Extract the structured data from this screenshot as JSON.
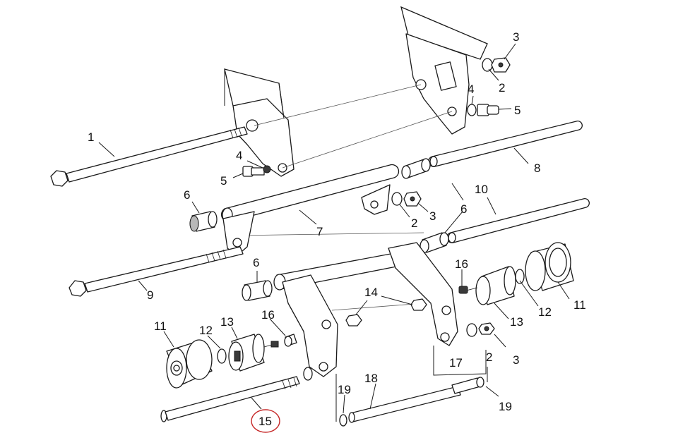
{
  "diagram": {
    "labels": [
      {
        "id": "1",
        "text": "1"
      },
      {
        "id": "2a",
        "text": "2"
      },
      {
        "id": "3a",
        "text": "3"
      },
      {
        "id": "4a",
        "text": "4"
      },
      {
        "id": "5a",
        "text": "5"
      },
      {
        "id": "4b",
        "text": "4"
      },
      {
        "id": "5b",
        "text": "5"
      },
      {
        "id": "8",
        "text": "8"
      },
      {
        "id": "6a",
        "text": "6"
      },
      {
        "id": "2b",
        "text": "2"
      },
      {
        "id": "3b",
        "text": "3"
      },
      {
        "id": "6b",
        "text": "6"
      },
      {
        "id": "10",
        "text": "10"
      },
      {
        "id": "7",
        "text": "7"
      },
      {
        "id": "6c",
        "text": "6"
      },
      {
        "id": "16a",
        "text": "16"
      },
      {
        "id": "9",
        "text": "9"
      },
      {
        "id": "14",
        "text": "14"
      },
      {
        "id": "12a",
        "text": "12"
      },
      {
        "id": "11a",
        "text": "11"
      },
      {
        "id": "13a",
        "text": "13"
      },
      {
        "id": "16b",
        "text": "16"
      },
      {
        "id": "11b",
        "text": "11"
      },
      {
        "id": "12b",
        "text": "12"
      },
      {
        "id": "13b",
        "text": "13"
      },
      {
        "id": "17",
        "text": "17"
      },
      {
        "id": "2c",
        "text": "2"
      },
      {
        "id": "3c",
        "text": "3"
      },
      {
        "id": "18",
        "text": "18"
      },
      {
        "id": "19a",
        "text": "19"
      },
      {
        "id": "19b",
        "text": "19"
      },
      {
        "id": "15",
        "text": "15"
      }
    ],
    "highlighted_part": "15",
    "colors": {
      "line": "#1a1a1a",
      "highlight": "#c62828",
      "shade": "#b8b8b8"
    }
  }
}
